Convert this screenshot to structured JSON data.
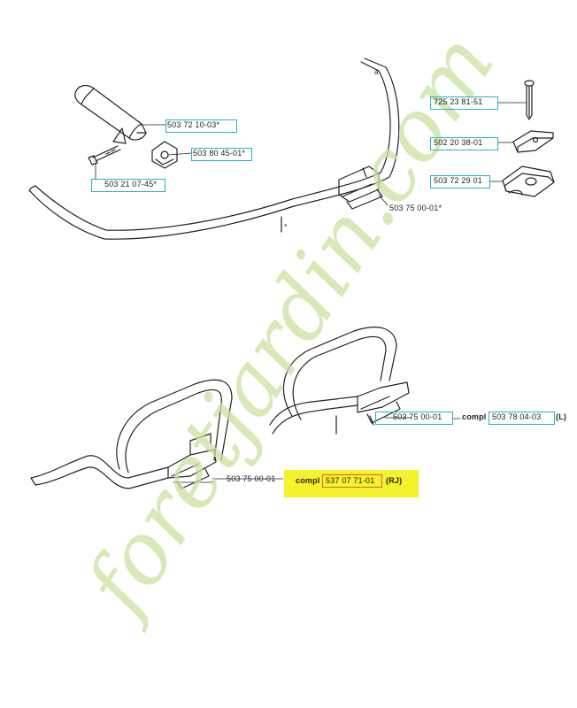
{
  "diagram": {
    "top_parts": {
      "p1": "503 72 10-03*",
      "p2": "503 80 45-01*",
      "p3": "503 21 07-45*",
      "p4": "503 75 00-01*",
      "p5": "725 23 81-51",
      "p6": "502 20 38-01",
      "p7": "503 72 29 01",
      "mark_a": "a",
      "mark_star": "*"
    },
    "bottom_parts": {
      "right_sub": "503 75 00-01",
      "right_compl": "compl",
      "right_code": "503 78 04-03",
      "right_side": "(L)",
      "left_sub": "503 75 00-01",
      "left_compl": "compl",
      "left_code": "537 07 71-01",
      "left_side": "(RJ)"
    },
    "watermark": "foretjardin.com",
    "colors": {
      "box": "#28b4c8",
      "highlight": "#f4f22a",
      "watermark": "#c9e2a0",
      "line": "#222222"
    }
  }
}
